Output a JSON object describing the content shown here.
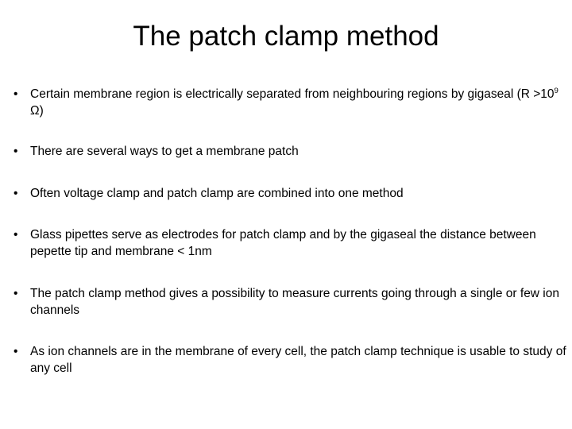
{
  "slide": {
    "title": "The patch clamp method",
    "background_color": "#ffffff",
    "text_color": "#000000",
    "bullet_glyph": "•",
    "bullets": [
      {
        "id": "bullet-gigaseal",
        "text_before_sup": "Certain membrane region is electrically separated from neighbouring regions by gigaseal (R >10",
        "superscript": "9",
        "text_after_sup": " Ω)",
        "plain_text": "Certain membrane region is electrically separated from neighbouring regions by gigaseal (R >10⁹ Ω)"
      },
      {
        "id": "bullet-ways-to-get-patch",
        "text": "There are several ways to get a membrane patch"
      },
      {
        "id": "bullet-voltage-clamp-combined",
        "text": "Often voltage clamp and patch clamp are combined into one method"
      },
      {
        "id": "bullet-glass-pipettes",
        "text": "Glass pipettes serve as electrodes for patch clamp and by the gigaseal the distance between pepette tip and membrane < 1nm"
      },
      {
        "id": "bullet-measure-currents",
        "text": "The patch clamp method gives a possibility to measure currents going through a single or few ion channels"
      },
      {
        "id": "bullet-usable-any-cell",
        "text": "As ion channels are in the membrane of every cell, the patch clamp technique is usable to study of any cell"
      }
    ]
  }
}
